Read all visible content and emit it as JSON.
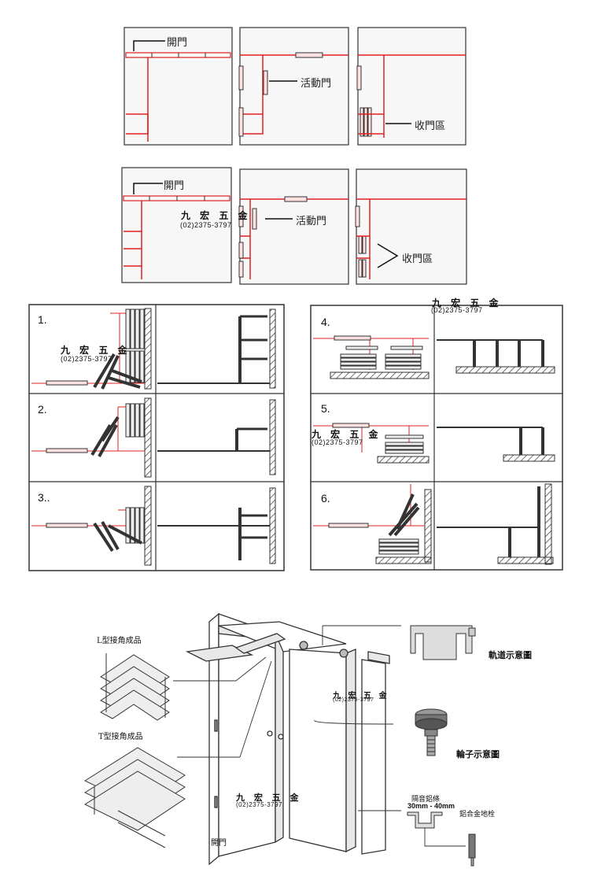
{
  "colors": {
    "rail": "#e02020",
    "line": "#333333",
    "panel": "#f7f7f7"
  },
  "section1": {
    "row1": {
      "label_fixed_door": "開門",
      "label_movable_door": "活動門",
      "label_storage": "收門區"
    },
    "row2": {
      "label_fixed_door": "開門",
      "label_movable_door": "活動門",
      "label_storage": "收門區"
    },
    "brand": {
      "name": "九 宏 五 金",
      "phone": "(02)2375-3797"
    }
  },
  "section2": {
    "left": {
      "steps": [
        "1.",
        "2.",
        "3.."
      ],
      "brand": {
        "name": "九 宏 五 金",
        "phone": "(02)2375-3797"
      }
    },
    "right": {
      "steps": [
        "4.",
        "5.",
        "6."
      ],
      "brand_top": {
        "name": "九 宏 五 金",
        "phone": "(02)2375-3797"
      },
      "brand_mid": {
        "name": "九 宏 五 金",
        "phone": "(02)2375-3797"
      }
    }
  },
  "section3": {
    "l_corner": "L型接角成品",
    "t_corner": "T型接角成品",
    "rail_caption": "軌道示意圖",
    "wheel_caption": "輪子示意圖",
    "strip_label": "隔音鋁條",
    "strip_size": "30mm - 40mm",
    "floor_pin": "鋁合金地栓",
    "door_label": "開門",
    "brand_door": {
      "name": "九 宏 五 金",
      "phone": "(02)2375-3797"
    },
    "brand_panel": {
      "name": "九 宏 五 金",
      "phone": "(02)2375-3797"
    }
  }
}
